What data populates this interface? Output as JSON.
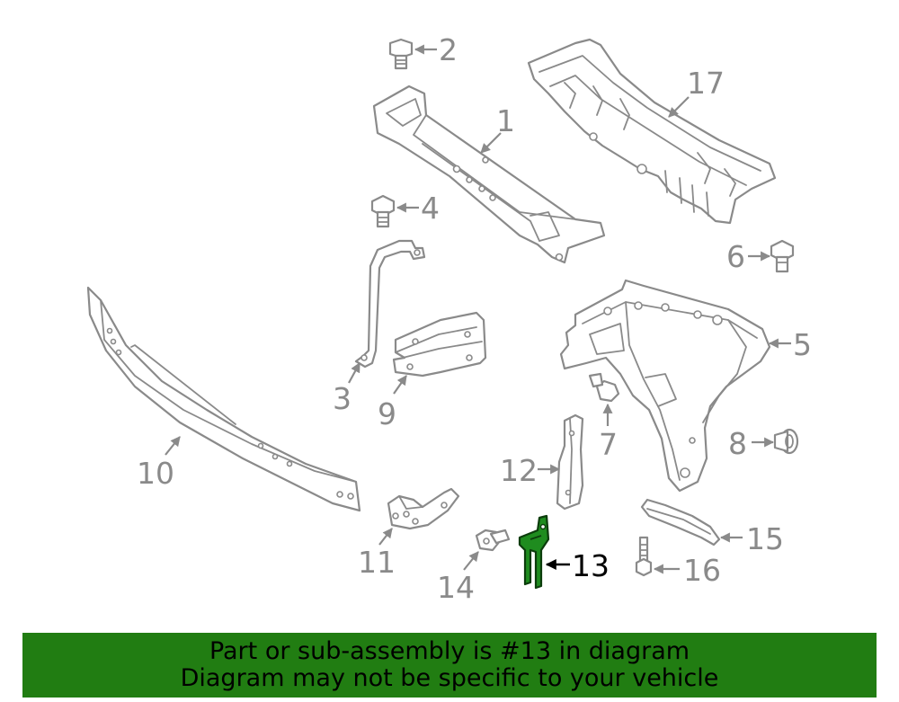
{
  "diagram": {
    "highlighted_part": "13",
    "highlight_color": "#1f8c1f",
    "callouts": {
      "c1": "1",
      "c2": "2",
      "c3": "3",
      "c4": "4",
      "c5": "5",
      "c6": "6",
      "c7": "7",
      "c8": "8",
      "c9": "9",
      "c10": "10",
      "c11": "11",
      "c12": "12",
      "c13": "13",
      "c14": "14",
      "c15": "15",
      "c16": "16",
      "c17": "17"
    }
  },
  "banner": {
    "line1": "Part or sub-assembly is #13 in diagram",
    "line2": "Diagram may not be specific to your vehicle",
    "background": "#217d12"
  }
}
